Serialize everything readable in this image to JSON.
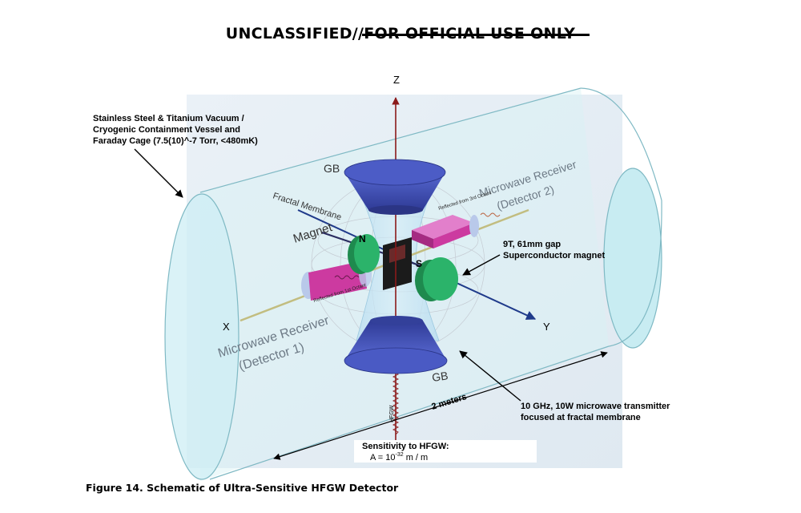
{
  "header": {
    "classification_prefix": "UNCLASSIFIED//",
    "classification_struck": "FOR OFFICIAL USE ONLY"
  },
  "axes": {
    "z": "Z",
    "x": "X",
    "y": "Y"
  },
  "labels": {
    "vessel_line1": "Stainless Steel & Titanium Vacuum /",
    "vessel_line2": "Cryogenic Containment Vessel  and",
    "vessel_line3": "Faraday Cage (7.5(10)^-7 Torr, <480mK)",
    "gb_top": "GB",
    "gb_bottom": "GB",
    "fractal_membrane": "Fractal Membrane",
    "magnet": "Magnet",
    "pole_n": "N",
    "pole_s": "S",
    "receiver2_line1": "Microwave Receiver",
    "receiver2_line2": "(Detector 2)",
    "receiver1_line1": "Microwave Receiver",
    "receiver1_line2": "(Detector 1)",
    "reflected_3rd": "Reflected from 3rd Octant",
    "reflected_1st": "Reflected from 1st Octant",
    "magnet_spec_line1": "9T, 61mm gap",
    "magnet_spec_line2": "Superconductor magnet",
    "transmitter_line1": "10 GHz, 10W microwave transmitter",
    "transmitter_line2": "focused at fractal membrane",
    "hfgw": "HFGW",
    "length": "2 meters",
    "sensitivity_title": "Sensitivity to HFGW:",
    "sensitivity_prefix": "A = 10",
    "sensitivity_exp": "-32",
    "sensitivity_suffix": " m / m"
  },
  "caption": "Figure 14. Schematic of Ultra-Sensitive HFGW Detector",
  "colors": {
    "vessel_fill": "#cfeef3",
    "vessel_stroke": "#7fb9c4",
    "cone_blue": "#3f4fb8",
    "magnet_green": "#2bb36a",
    "receiver_magenta": "#cc3aa0",
    "z_axis": "#8b1a1a",
    "y_axis": "#1f3a8a",
    "x_axis": "#b8b070"
  },
  "icons": [
    "arrow-icon",
    "wave-icon"
  ]
}
